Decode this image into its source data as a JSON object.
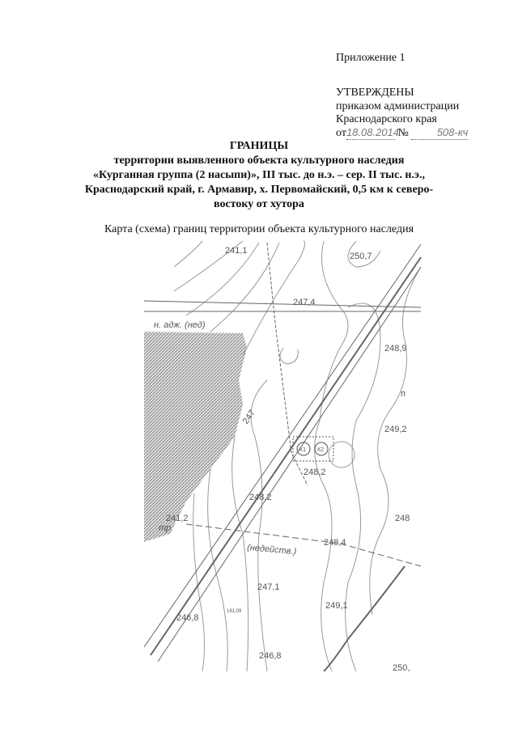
{
  "header": {
    "appendix": "Приложение 1",
    "approved": "УТВЕРЖДЕНЫ",
    "order_line1": "приказом администрации",
    "order_line2": "Краснодарского края",
    "date_prefix": "от",
    "date_value": "18.08.2014",
    "number_prefix": "№",
    "number_value": "508-кч"
  },
  "title": {
    "main": "ГРАНИЦЫ",
    "line1": "территории выявленного объекта культурного наследия",
    "line2": "«Курганная группа (2 насыпи)», III тыс. до н.э. – сер. II тыс. н.э.,",
    "line3": "Краснодарский край, г. Армавир, х. Первомайский, 0,5 км к северо-",
    "line4": "востоку от хутора"
  },
  "map": {
    "caption": "Карта (схема) границ территории объекта культурного наследия",
    "labels": {
      "h1": "241,1",
      "h2": "250,7",
      "h3": "247,4",
      "canal": "н. адж. (нед)",
      "h4": "248,9",
      "letter": "п",
      "h5": "249,2",
      "h6": "248,2",
      "road": "247",
      "h7": "248,2",
      "h8": "241,2",
      "tr": "тр.",
      "inactive": "(недейств.)",
      "h9": "248,4",
      "h10": "248",
      "h11": "247,1",
      "h12": "249,1",
      "h13": "246,8",
      "h14": "181,09",
      "h15": "246,8",
      "h16": "250,",
      "k1": "К1",
      "k2": "К2"
    }
  }
}
